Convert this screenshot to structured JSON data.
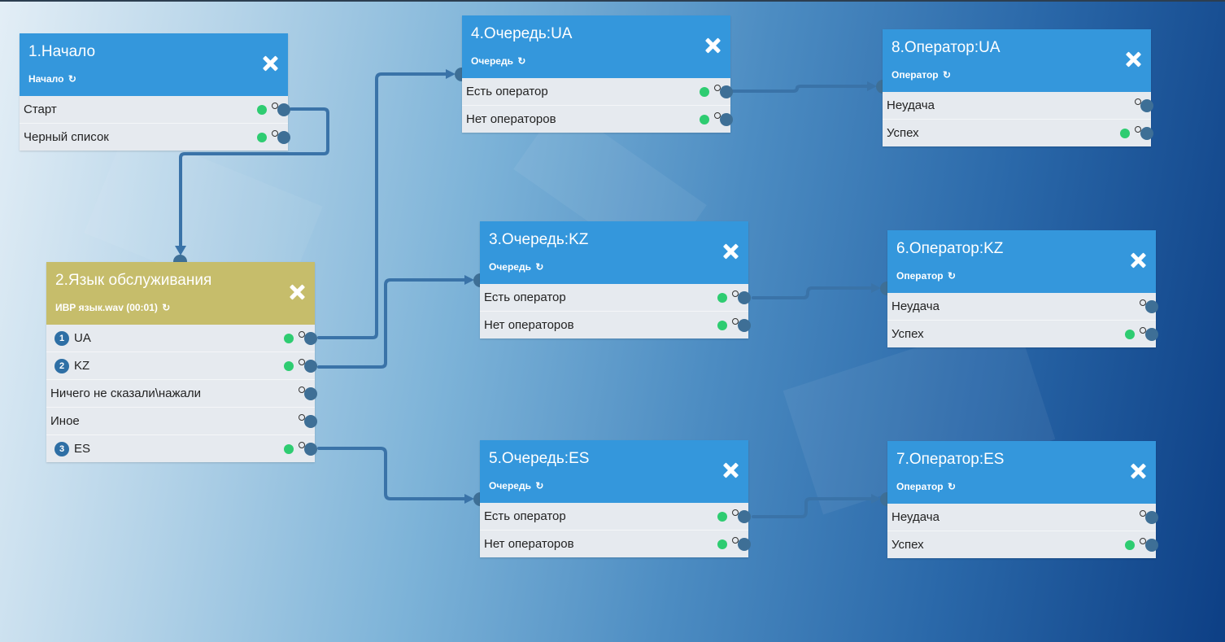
{
  "nodes": {
    "n1": {
      "title": "1.Начало",
      "subtitle": "Начало",
      "rows": [
        "Старт",
        "Черный список"
      ]
    },
    "n2": {
      "title": "2.Язык обслуживания",
      "subtitle": "ИВР язык.wav (00:01)",
      "rows": [
        {
          "num": "1",
          "label": "UA"
        },
        {
          "num": "2",
          "label": "KZ"
        },
        {
          "num": "",
          "label": "Ничего не сказали\\нажали"
        },
        {
          "num": "",
          "label": "Иное"
        },
        {
          "num": "3",
          "label": "ES"
        }
      ]
    },
    "n3": {
      "title": "3.Очередь:KZ",
      "subtitle": "Очередь",
      "rows": [
        "Есть оператор",
        "Нет операторов"
      ]
    },
    "n4": {
      "title": "4.Очередь:UA",
      "subtitle": "Очередь",
      "rows": [
        "Есть оператор",
        "Нет операторов"
      ]
    },
    "n5": {
      "title": "5.Очередь:ES",
      "subtitle": "Очередь",
      "rows": [
        "Есть оператор",
        "Нет операторов"
      ]
    },
    "n6": {
      "title": "6.Оператор:KZ",
      "subtitle": "Оператор",
      "rows": [
        "Неудача",
        "Успех"
      ]
    },
    "n7": {
      "title": "7.Оператор:ES",
      "subtitle": "Оператор",
      "rows": [
        "Неудача",
        "Успех"
      ]
    },
    "n8": {
      "title": "8.Оператор:UA",
      "subtitle": "Оператор",
      "rows": [
        "Неудача",
        "Успех"
      ]
    }
  },
  "icons": {
    "refresh": "refresh-icon",
    "close": "close-icon",
    "link": "link-icon"
  },
  "colors": {
    "queue_header": "#3497dc",
    "lang_header": "#c6bd6b",
    "port": "#3e6f96",
    "active_dot": "#2ecc71",
    "wire": "#3a73a8"
  }
}
